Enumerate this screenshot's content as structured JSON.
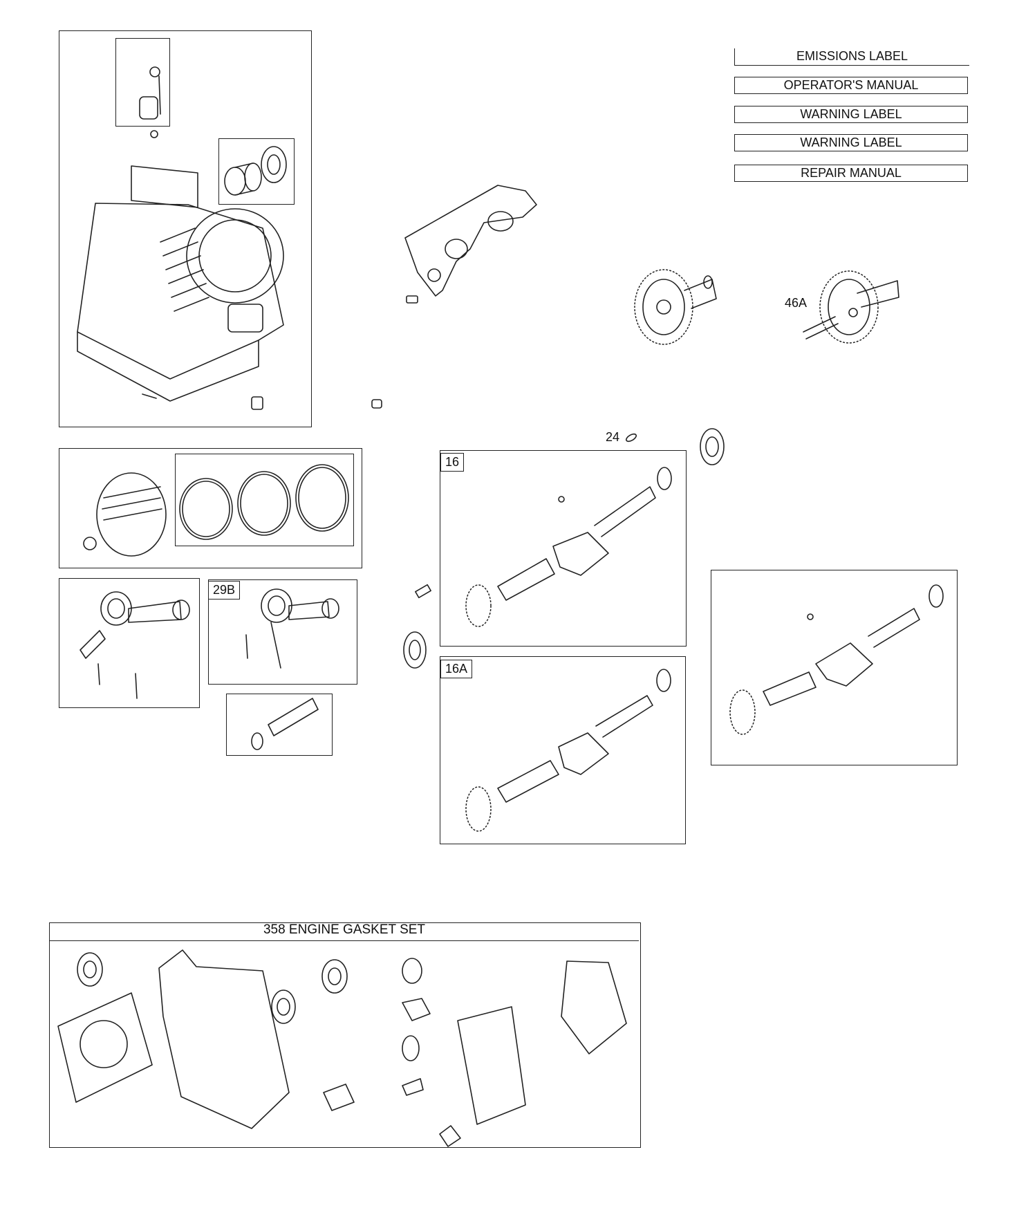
{
  "labels": {
    "emissions": "EMISSIONS LABEL",
    "operators_manual": "OPERATOR'S MANUAL",
    "warning1": "WARNING LABEL",
    "warning2": "WARNING LABEL",
    "repair_manual": "REPAIR MANUAL"
  },
  "callouts": {
    "cam_alt": "46A",
    "key_24": "24",
    "crank_16": "16",
    "crank_16a": "16A",
    "rod_29b": "29B"
  },
  "gasket_set": {
    "title": "358 ENGINE GASKET SET"
  }
}
